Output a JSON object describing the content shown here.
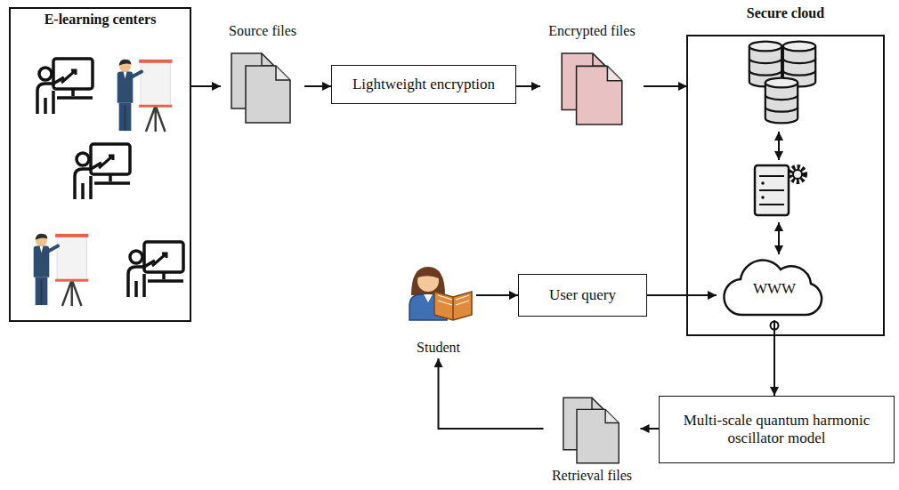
{
  "diagram": {
    "nodes": [
      {
        "text": [
          "E-learning centers"
        ]
      },
      {
        "text": [
          "Source files"
        ]
      },
      {
        "text": [
          "Lightweight encryption"
        ]
      },
      {
        "text": [
          "Encrypted files"
        ]
      },
      {
        "text": [
          "Secure cloud"
        ]
      },
      {
        "text": [
          "WWW"
        ],
        "in": 4
      },
      {
        "text": [
          "Student"
        ]
      },
      {
        "text": [
          "User query"
        ]
      },
      {
        "text": [
          "Multi-scale quantum harmonic oscillator model"
        ]
      },
      {
        "text": [
          "Retrieval files"
        ]
      }
    ],
    "edges": [
      {
        "from": 0,
        "to": 1,
        "arrow": "to"
      },
      {
        "from": 1,
        "to": 2,
        "arrow": "to"
      },
      {
        "from": 2,
        "to": 3,
        "arrow": "to"
      },
      {
        "from": 3,
        "to": 4,
        "arrow": "to"
      },
      {
        "from": 6,
        "to": 7,
        "arrow": "to"
      },
      {
        "from": 7,
        "to": 5,
        "arrow": "to"
      },
      {
        "from": 5,
        "to": 8,
        "arrow": "to"
      },
      {
        "from": 8,
        "to": 9,
        "arrow": "to"
      },
      {
        "from": 9,
        "to": 6,
        "arrow": "to"
      }
    ]
  }
}
